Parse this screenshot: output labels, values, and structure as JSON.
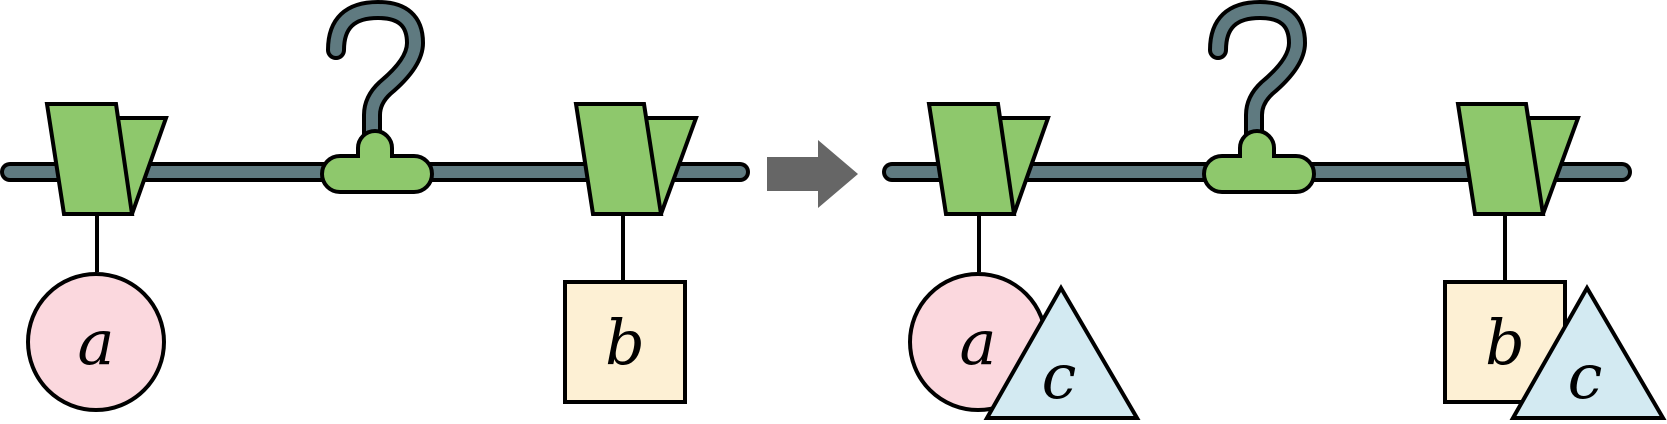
{
  "colors": {
    "rod": "#5f7a80",
    "hanger_green": "#8ec86c",
    "outline": "#000000",
    "circle_fill": "#fbd8de",
    "square_fill": "#fdf0d4",
    "triangle_fill": "#d3eaf2",
    "arrow": "#666666",
    "background": "#ffffff"
  },
  "before": {
    "circle_label": "a",
    "square_label": "b"
  },
  "after": {
    "circle_label": "a",
    "square_label": "b",
    "triangle_label_1": "c",
    "triangle_label_2": "c"
  },
  "icons": {
    "hook": "coat-hanger-hook-icon",
    "clip": "clothespin-clip-icon",
    "arrow": "right-arrow-icon"
  }
}
